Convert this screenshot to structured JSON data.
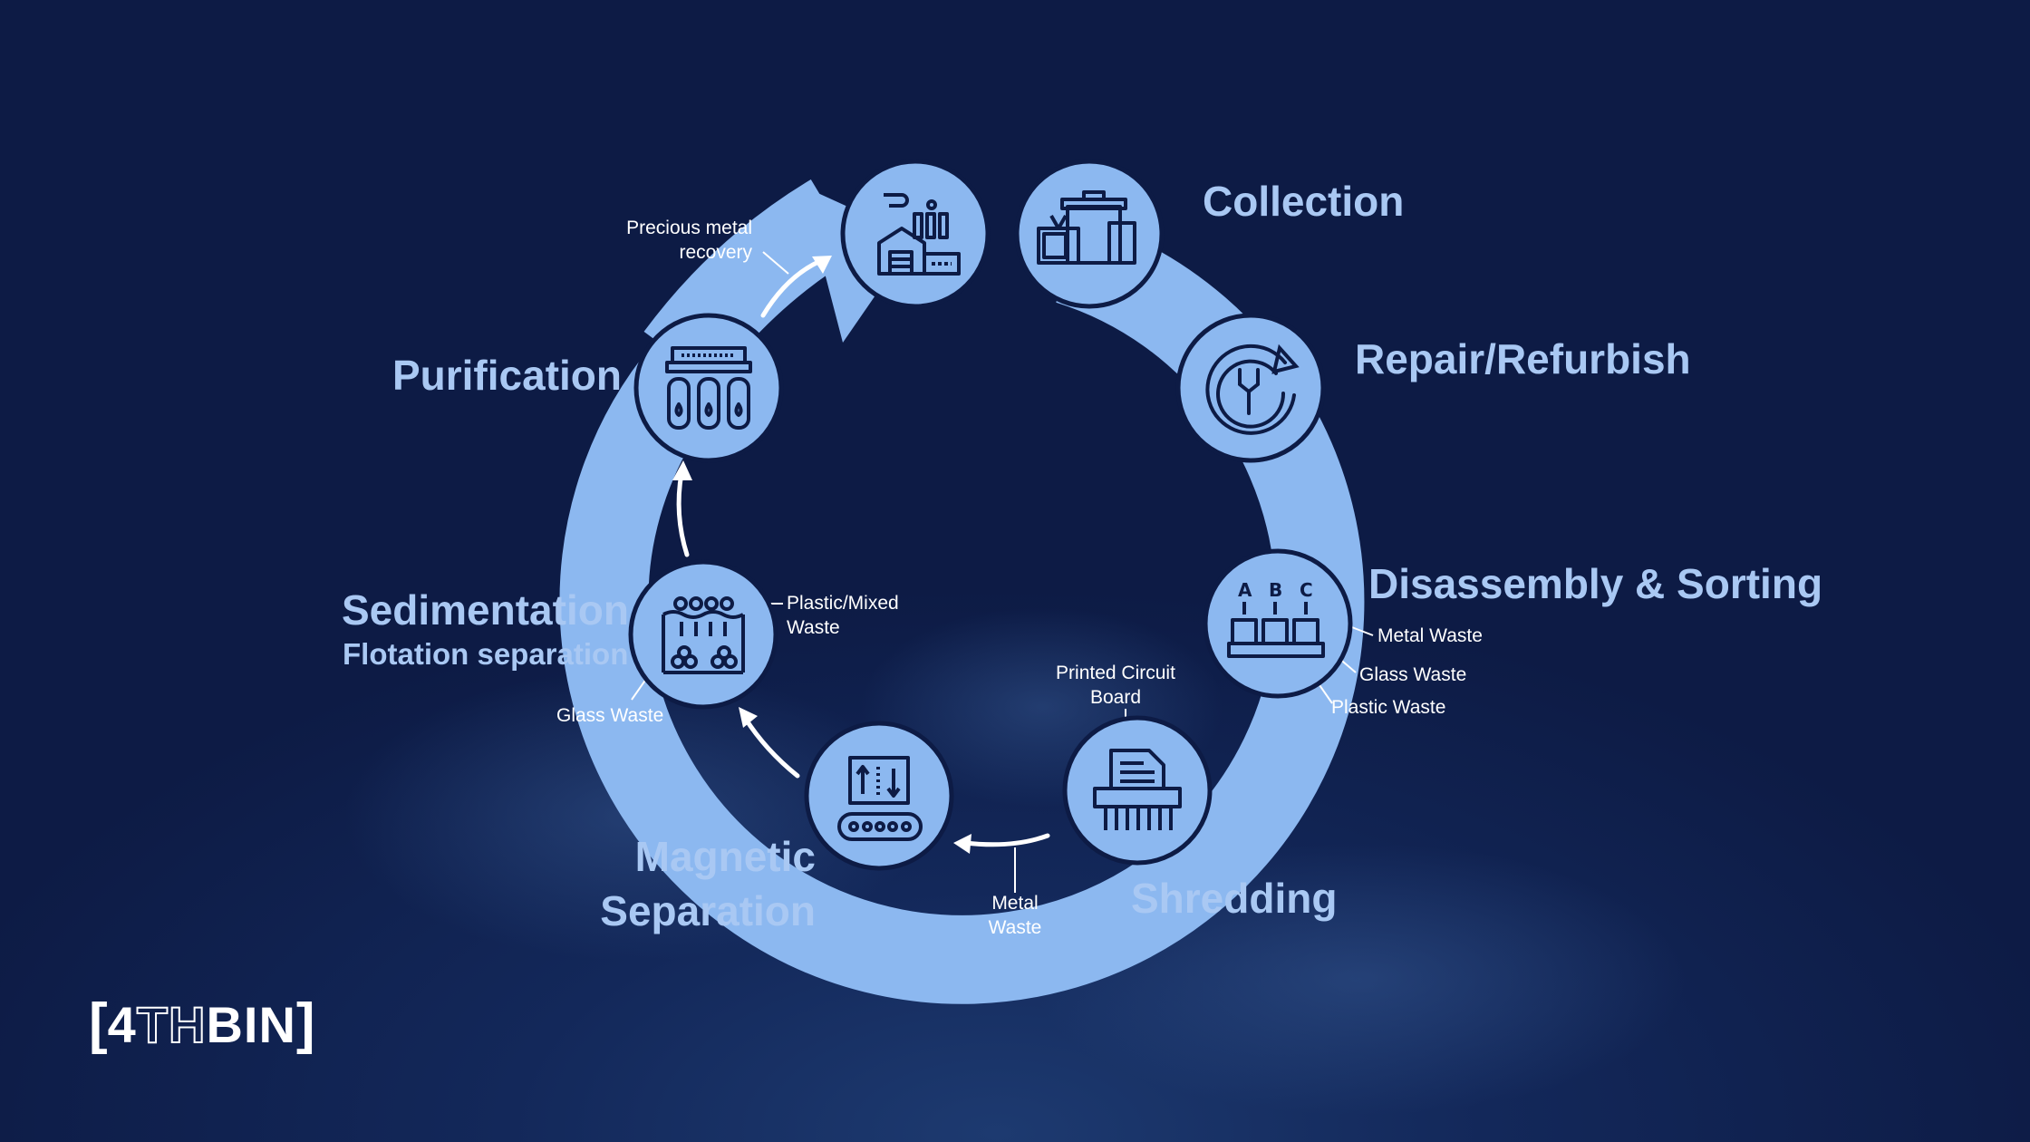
{
  "colors": {
    "ring": "#8cb8f0",
    "node_fill": "#8cb8f0",
    "node_border": "#0d1b45",
    "icon_stroke": "#0d1b45",
    "label": "#a9c8f3",
    "note": "#ffffff",
    "background": "#0d1b45"
  },
  "stages": {
    "collection": {
      "title": "Collection",
      "icon": "electronics-bin-icon"
    },
    "repair": {
      "title": "Repair/Refurbish",
      "icon": "wrench-cycle-icon"
    },
    "disassembly": {
      "title": "Disassembly & Sorting",
      "icon": "abc-sorting-icon"
    },
    "shredding": {
      "title": "Shredding",
      "icon": "paper-shredder-icon"
    },
    "magnetic": {
      "title_line1": "Magnetic",
      "title_line2": "Separation",
      "icon": "magnetic-conveyor-icon"
    },
    "sedimentation": {
      "title": "Sedimentation",
      "subtitle": "Flotation separation",
      "icon": "flotation-tank-icon"
    },
    "purification": {
      "title": "Purification",
      "icon": "filter-cartridges-icon"
    },
    "recovery": {
      "icon": "factory-icon"
    }
  },
  "notes": {
    "precious_line1": "Precious metal",
    "precious_line2": "recovery",
    "metal_waste_sorting": "Metal Waste",
    "glass_waste_sorting": "Glass Waste",
    "plastic_waste_sorting": "Plastic Waste",
    "pcb_line1": "Printed Circuit",
    "pcb_line2": "Board",
    "metal_line1": "Metal",
    "metal_line2": "Waste",
    "plastic_mixed_line1": "Plastic/Mixed",
    "plastic_mixed_line2": "Waste",
    "glass_waste_sed": "Glass Waste"
  },
  "logo": {
    "bracket_left": "[",
    "part1": "4",
    "part2": "TH",
    "part3": "BIN",
    "bracket_right": "]"
  }
}
